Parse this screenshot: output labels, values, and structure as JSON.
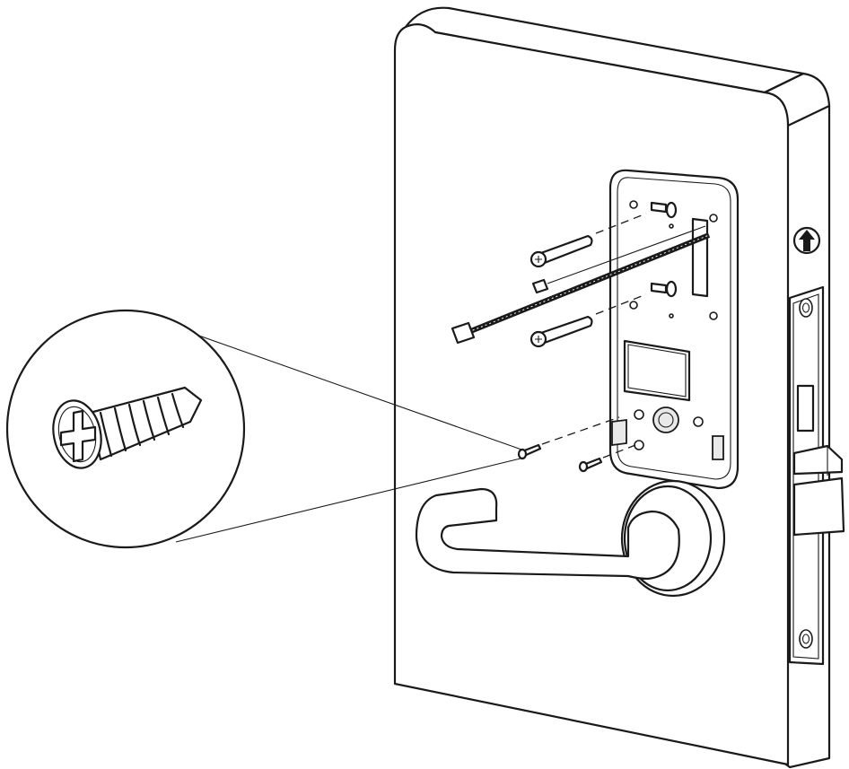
{
  "figure": {
    "parts": [
      "door-panel",
      "mortise-lock-faceplate",
      "lever-handle",
      "rose-plate",
      "inside-mounting-plate",
      "mounting-bolt",
      "connecting-cable",
      "cable-connector",
      "self-tapping-screw",
      "screw-detail-callout"
    ],
    "callout_icon": "phillips-flat-head-screw-icon",
    "faceplate_icon": "up-arrow-icon",
    "stroke_color": "#1a1a1a",
    "fill_color": "#ffffff"
  }
}
